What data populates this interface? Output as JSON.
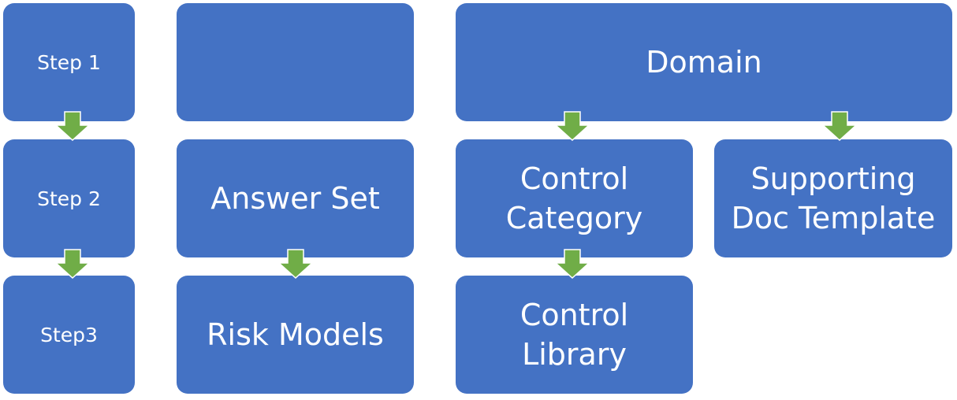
{
  "colors": {
    "box": "#4472C4",
    "arrow": "#70AD47",
    "arrow_outline": "#ffffff",
    "text": "#ffffff"
  },
  "steps": [
    {
      "label": "Step 1"
    },
    {
      "label": "Step 2"
    },
    {
      "label": "Step3"
    }
  ],
  "column2": {
    "top_label": "",
    "middle_label": "Answer Set",
    "bottom_label": "Risk Models"
  },
  "column3": {
    "domain_label": "Domain",
    "control_category_lines": [
      "Control",
      "Category"
    ],
    "control_library_lines": [
      "Control",
      "Library"
    ],
    "supporting_doc_lines": [
      "Supporting",
      "Doc Template"
    ]
  },
  "icons": {
    "arrow": "down-arrow-icon"
  }
}
